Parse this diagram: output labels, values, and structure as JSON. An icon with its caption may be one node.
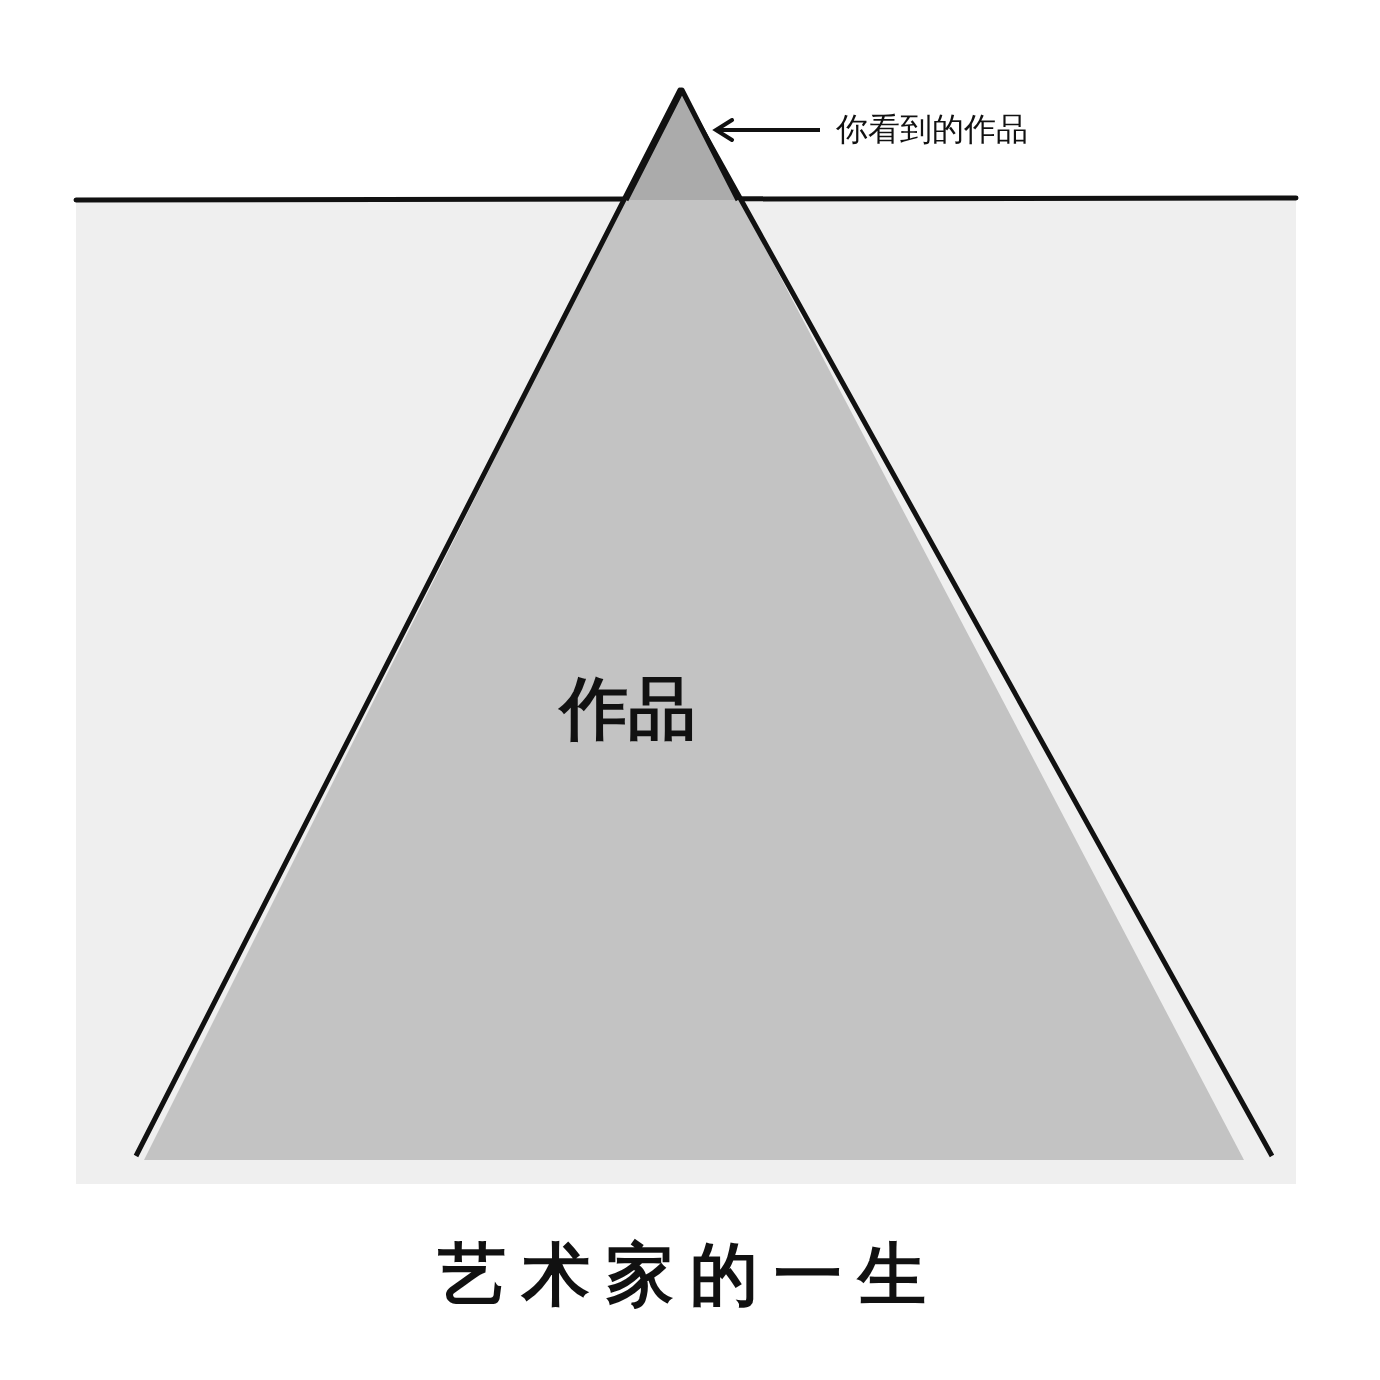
{
  "diagram": {
    "caption": "艺术家的一生",
    "nodes": [
      {
        "text": [
          "作品"
        ]
      },
      {
        "text": [],
        "shape": "triangle"
      },
      {
        "text": [
          "你看到的作品"
        ]
      }
    ],
    "edges": [
      {
        "from": 2,
        "to": 1,
        "arrow": "to"
      }
    ]
  }
}
